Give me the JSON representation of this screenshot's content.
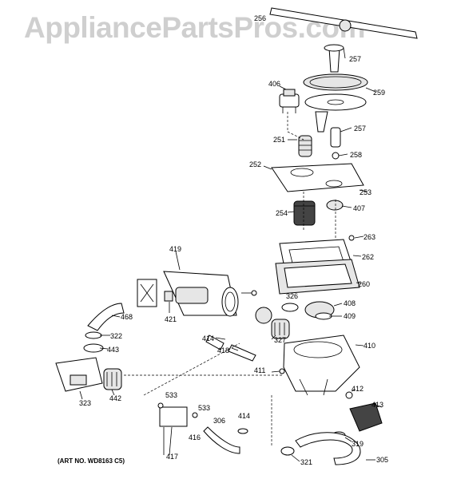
{
  "watermark": "AppliancePartsPros.com",
  "art_number": "(ART NO. WD8163 C5)",
  "callouts": [
    "256",
    "257",
    "406",
    "259",
    "257",
    "251",
    "258",
    "252",
    "253",
    "254",
    "407",
    "263",
    "262",
    "419",
    "260",
    "326",
    "408",
    "409",
    "421",
    "468",
    "414",
    "327",
    "410",
    "322",
    "418",
    "443",
    "411",
    "412",
    "442",
    "323",
    "533",
    "413",
    "533",
    "416",
    "306",
    "414",
    "319",
    "417",
    "321",
    "305"
  ]
}
